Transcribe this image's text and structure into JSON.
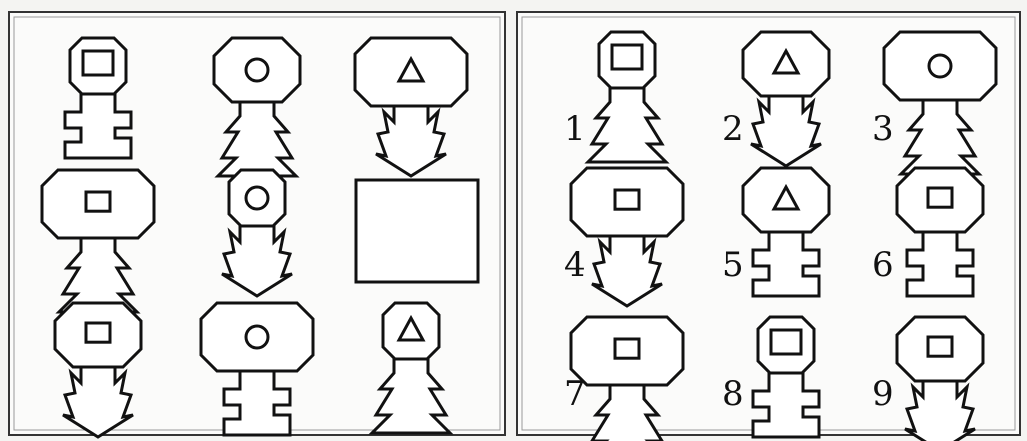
{
  "matrix": {
    "cells": [
      {
        "head": "small",
        "symbol": "square",
        "tail": "steps"
      },
      {
        "head": "medium",
        "symbol": "circle",
        "tail": "barbs"
      },
      {
        "head": "wide",
        "symbol": "triangle",
        "tail": "arrow"
      },
      {
        "head": "wide",
        "symbol": "square",
        "tail": "barbs"
      },
      {
        "head": "small",
        "symbol": "circle",
        "tail": "arrow"
      },
      {
        "head": "none",
        "symbol": "none",
        "tail": "none"
      },
      {
        "head": "medium",
        "symbol": "square",
        "tail": "arrow"
      },
      {
        "head": "wide",
        "symbol": "circle",
        "tail": "steps"
      },
      {
        "head": "small",
        "symbol": "triangle",
        "tail": "barbs"
      }
    ]
  },
  "options": [
    {
      "number": "1",
      "head": "small",
      "symbol": "square",
      "tail": "barbs"
    },
    {
      "number": "2",
      "head": "medium",
      "symbol": "triangle",
      "tail": "arrow"
    },
    {
      "number": "3",
      "head": "wide",
      "symbol": "circle",
      "tail": "barbs"
    },
    {
      "number": "4",
      "head": "wide",
      "symbol": "square",
      "tail": "arrow"
    },
    {
      "number": "5",
      "head": "medium",
      "symbol": "triangle",
      "tail": "steps"
    },
    {
      "number": "6",
      "head": "medium",
      "symbol": "square",
      "tail": "steps"
    },
    {
      "number": "7",
      "head": "wide",
      "symbol": "square",
      "tail": "barbs"
    },
    {
      "number": "8",
      "head": "small",
      "symbol": "square",
      "tail": "steps"
    },
    {
      "number": "9",
      "head": "medium",
      "symbol": "square",
      "tail": "arrow"
    }
  ]
}
